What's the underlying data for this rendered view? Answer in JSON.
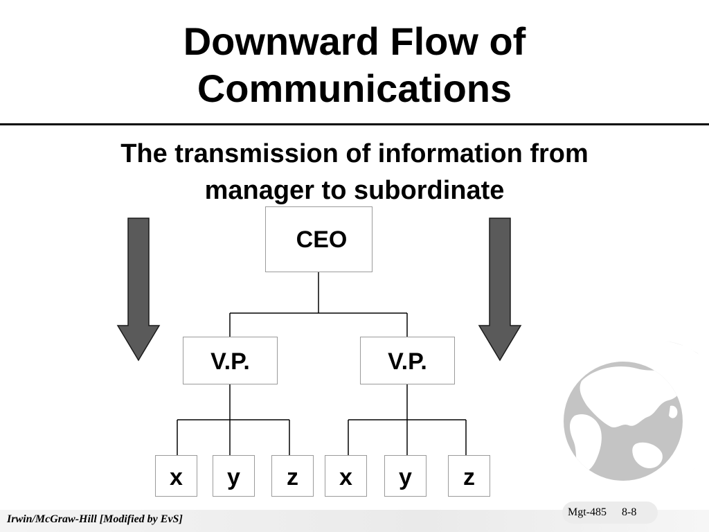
{
  "slide": {
    "title_line1": "Downward Flow of",
    "title_line2": "Communications",
    "subtitle_line1": "The transmission of information from",
    "subtitle_line2": "manager to subordinate"
  },
  "org_chart": {
    "top": "CEO",
    "vps": [
      {
        "label": "V.P.",
        "reports": [
          "x",
          "y",
          "z"
        ]
      },
      {
        "label": "V.P.",
        "reports": [
          "x",
          "y",
          "z"
        ]
      }
    ]
  },
  "arrows": {
    "direction": "down",
    "fill_color": "#5a5a5a",
    "outline_color": "#1a1a1a"
  },
  "decoration": {
    "icon": "globe-icon",
    "color": "#b8b8b8"
  },
  "footer": {
    "credit": "Irwin/McGraw-Hill  [Modified by EvS]",
    "course": "Mgt-485",
    "page": "8-8"
  }
}
